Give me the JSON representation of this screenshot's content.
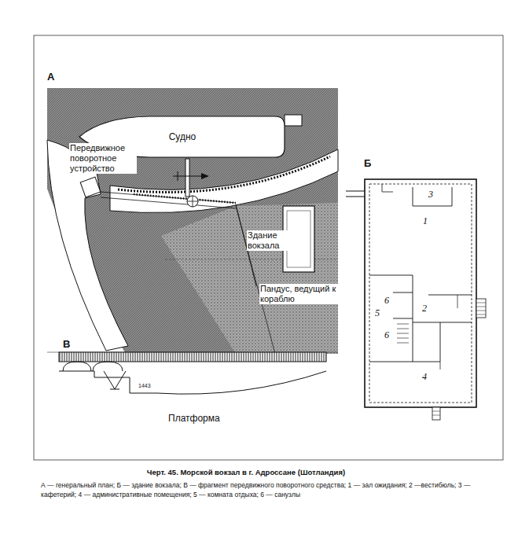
{
  "diagram": {
    "caption": "Черт. 45. Морской вокзал в г. Адроссане (Шотландия)",
    "nodes": [
      {
        "text": [
          "Судно"
        ]
      }
    ],
    "labels": [
      "А",
      "Передвижное поворотное устройство",
      "Здание вокзала",
      "Пандус, ведущий к кораблю",
      "Б",
      "3",
      "1",
      "6",
      "5",
      "2",
      "6",
      "4",
      "В",
      "1443",
      "Платформа",
      "А — генеральный план; Б — здание вокзала; В — фрагмент передвижного поворотного средства; 1 — зал ожидания; 2 —вестибюль; 3 — кафетерий; 4 — административные помещения; 5 — комната отдыха; 6 — санузлы"
    ]
  }
}
